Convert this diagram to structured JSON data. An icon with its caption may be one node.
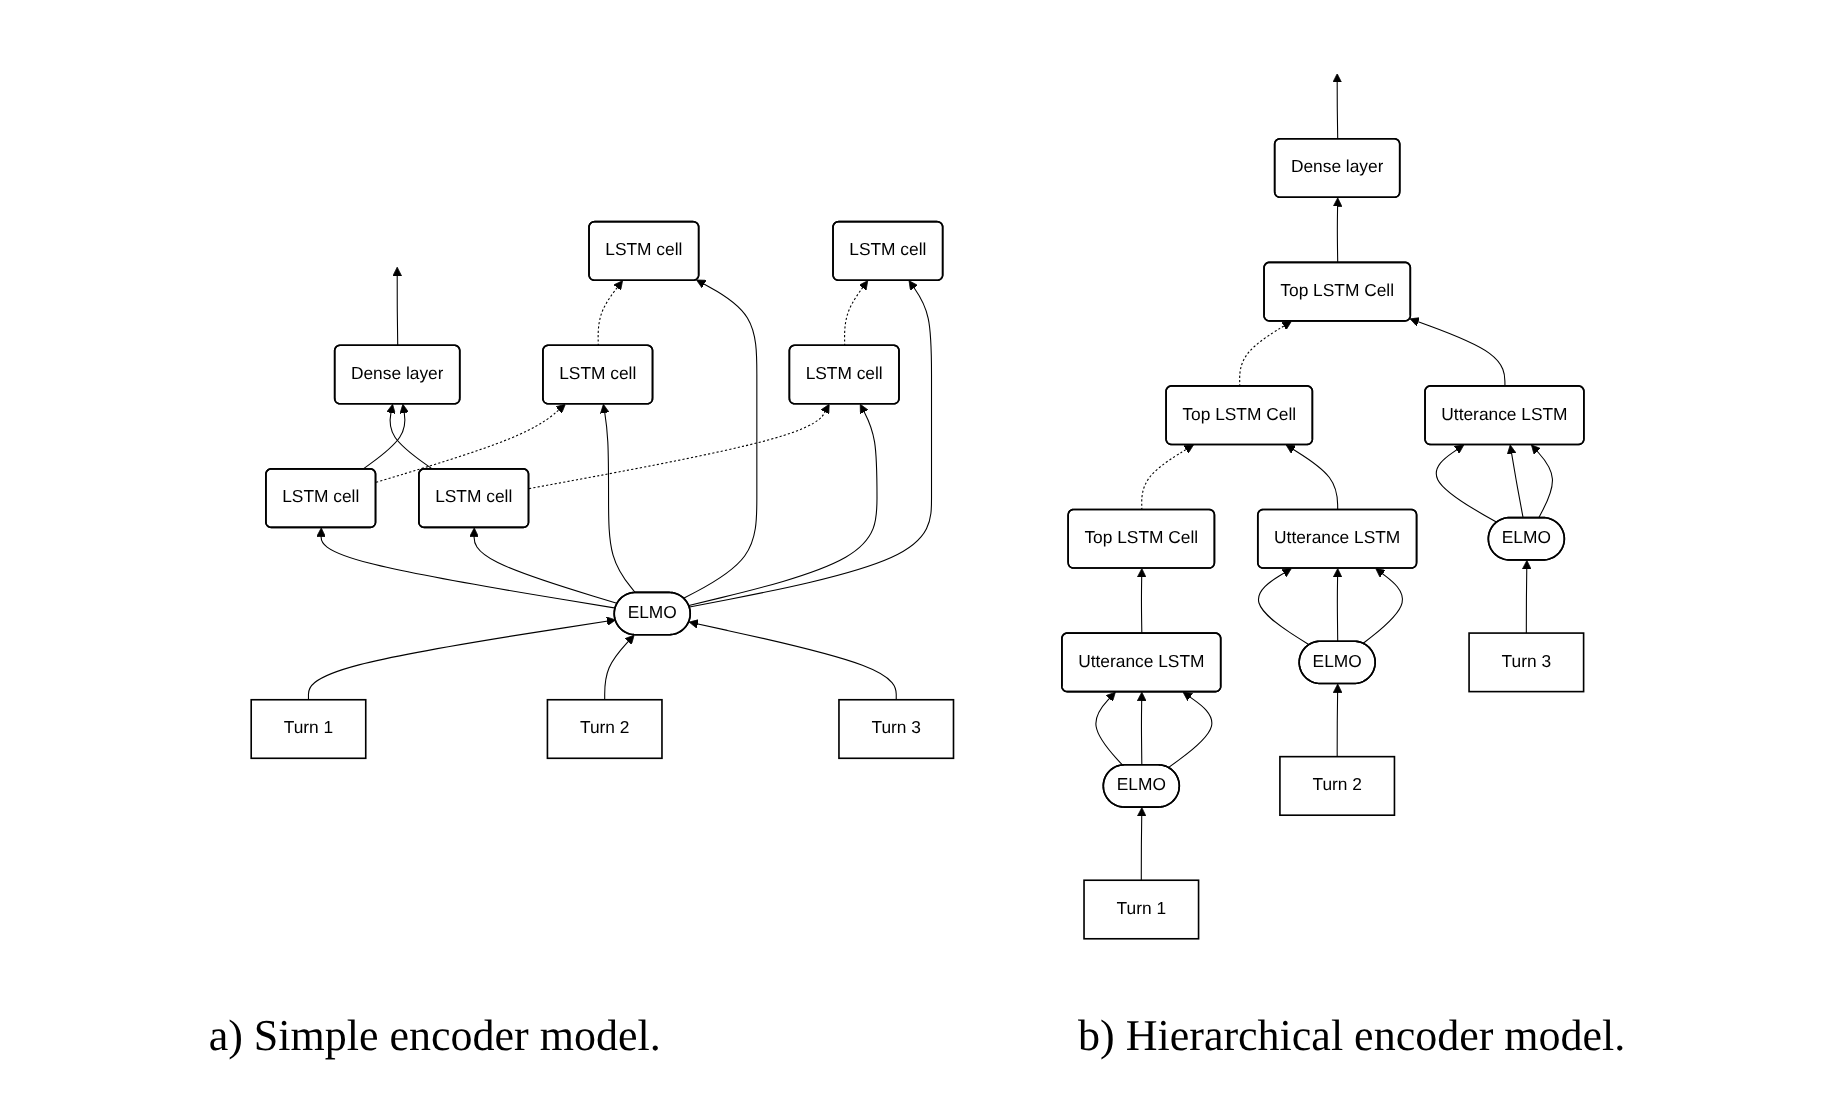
{
  "diagram": {
    "nodes": [
      {
        "text": [
          "Dense layer"
        ]
      },
      {
        "text": [
          "LSTM cell"
        ]
      },
      {
        "text": [
          "LSTM cell"
        ]
      },
      {
        "text": [
          "LSTM cell"
        ]
      },
      {
        "text": [
          "LSTM cell"
        ]
      },
      {
        "text": [
          "LSTM cell"
        ]
      },
      {
        "text": [
          "LSTM cell"
        ]
      },
      {
        "text": [
          "ELMO"
        ]
      },
      {
        "text": [
          "Turn 1"
        ]
      },
      {
        "text": [
          "Turn 2"
        ]
      },
      {
        "text": [
          "Turn 3"
        ]
      },
      {
        "text": [
          "Dense layer"
        ]
      },
      {
        "text": [
          "Top LSTM Cell"
        ]
      },
      {
        "text": [
          "Top LSTM Cell"
        ]
      },
      {
        "text": [
          "Top LSTM Cell"
        ]
      },
      {
        "text": [
          "Utterance LSTM"
        ]
      },
      {
        "text": [
          "Utterance LSTM"
        ]
      },
      {
        "text": [
          "Utterance LSTM"
        ]
      },
      {
        "text": [
          "ELMO"
        ]
      },
      {
        "text": [
          "ELMO"
        ]
      },
      {
        "text": [
          "ELMO"
        ]
      },
      {
        "text": [
          "Turn 1"
        ]
      },
      {
        "text": [
          "Turn 2"
        ]
      },
      {
        "text": [
          "Turn 3"
        ]
      }
    ],
    "edges": [
      {
        "from": 0,
        "to": null,
        "arrow": "to"
      },
      {
        "from": 4,
        "to": 0,
        "arrow": "to"
      },
      {
        "from": 3,
        "to": 0,
        "arrow": "to"
      },
      {
        "from": 3,
        "to": 2,
        "arrow": "to",
        "style": "dashed"
      },
      {
        "from": 2,
        "to": 1,
        "arrow": "to",
        "style": "dashed"
      },
      {
        "from": 4,
        "to": 5,
        "arrow": "to",
        "style": "dashed"
      },
      {
        "from": 5,
        "to": 6,
        "arrow": "to",
        "style": "dashed"
      },
      {
        "from": 7,
        "to": 4,
        "arrow": "to"
      },
      {
        "from": 7,
        "to": 1,
        "arrow": "to"
      },
      {
        "from": 7,
        "to": 5,
        "arrow": "to"
      },
      {
        "from": 7,
        "to": 2,
        "arrow": "to"
      },
      {
        "from": 7,
        "to": 6,
        "arrow": "to"
      },
      {
        "from": 7,
        "to": 3,
        "arrow": "to"
      },
      {
        "from": 8,
        "to": 7,
        "arrow": "to"
      },
      {
        "from": 9,
        "to": 7,
        "arrow": "to"
      },
      {
        "from": 10,
        "to": 7,
        "arrow": "to"
      },
      {
        "from": 11,
        "to": null,
        "arrow": "to"
      },
      {
        "from": 14,
        "to": 11,
        "arrow": "to"
      },
      {
        "from": 12,
        "to": 13,
        "arrow": "to",
        "style": "dashed"
      },
      {
        "from": 13,
        "to": 14,
        "arrow": "to",
        "style": "dashed"
      },
      {
        "from": 15,
        "to": 12,
        "arrow": "to"
      },
      {
        "from": 16,
        "to": 13,
        "arrow": "to"
      },
      {
        "from": 17,
        "to": 14,
        "arrow": "to"
      },
      {
        "from": 18,
        "to": 15,
        "arrow": "to"
      },
      {
        "from": 18,
        "to": 15,
        "arrow": "to"
      },
      {
        "from": 18,
        "to": 15,
        "arrow": "to"
      },
      {
        "from": 19,
        "to": 16,
        "arrow": "to"
      },
      {
        "from": 19,
        "to": 16,
        "arrow": "to"
      },
      {
        "from": 19,
        "to": 16,
        "arrow": "to"
      },
      {
        "from": 20,
        "to": 17,
        "arrow": "to"
      },
      {
        "from": 20,
        "to": 17,
        "arrow": "to"
      },
      {
        "from": 20,
        "to": 17,
        "arrow": "to"
      },
      {
        "from": 21,
        "to": 18,
        "arrow": "to"
      },
      {
        "from": 22,
        "to": 19,
        "arrow": "to"
      },
      {
        "from": 23,
        "to": 20,
        "arrow": "to"
      }
    ],
    "labels": [
      "a) Simple encoder model.",
      "b) Hierarchical encoder model."
    ]
  }
}
